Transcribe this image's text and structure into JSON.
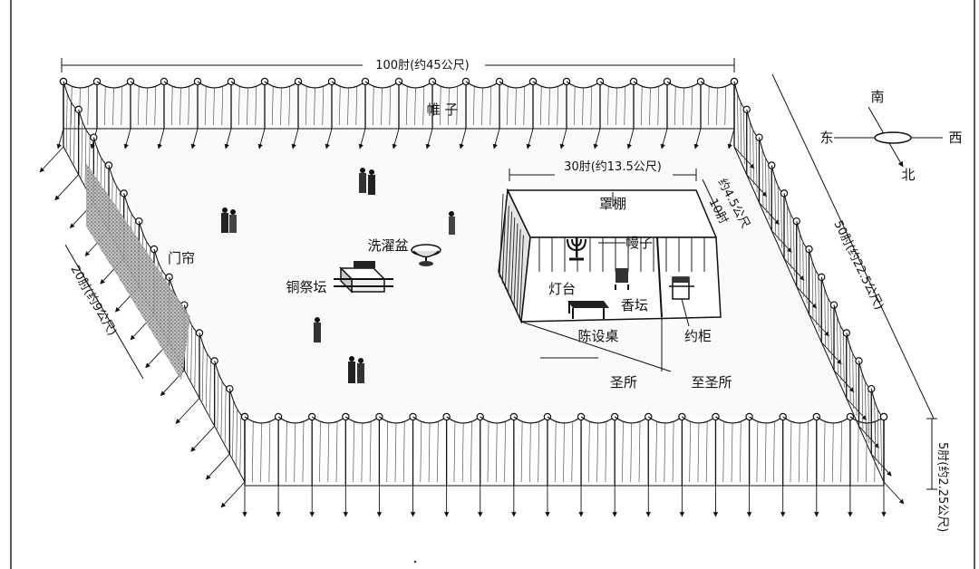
{
  "dimensions": {
    "top_length": "100肘(约45公尺)",
    "side_length": "50肘(约22.5公尺)",
    "gate_width": "20肘(约9公尺)",
    "height": "5肘(约2.25公尺)",
    "tabernacle_length": "30肘(约13.5公尺)",
    "tabernacle_width_cubits": "10肘",
    "tabernacle_width_meters": "约4.5公尺"
  },
  "labels": {
    "curtain": "帷 子",
    "gate_curtain": "门帘",
    "laver": "洗濯盆",
    "altar": "铜祭坛",
    "tabernacle": "罩棚",
    "veil": "幔子",
    "lampstand": "灯台",
    "incense_altar": "香坛",
    "table": "陈设桌",
    "ark": "约柜",
    "holy_place": "圣所",
    "most_holy_place": "至圣所"
  },
  "compass": {
    "south": "南",
    "east": "东",
    "west": "西",
    "north": "北"
  }
}
